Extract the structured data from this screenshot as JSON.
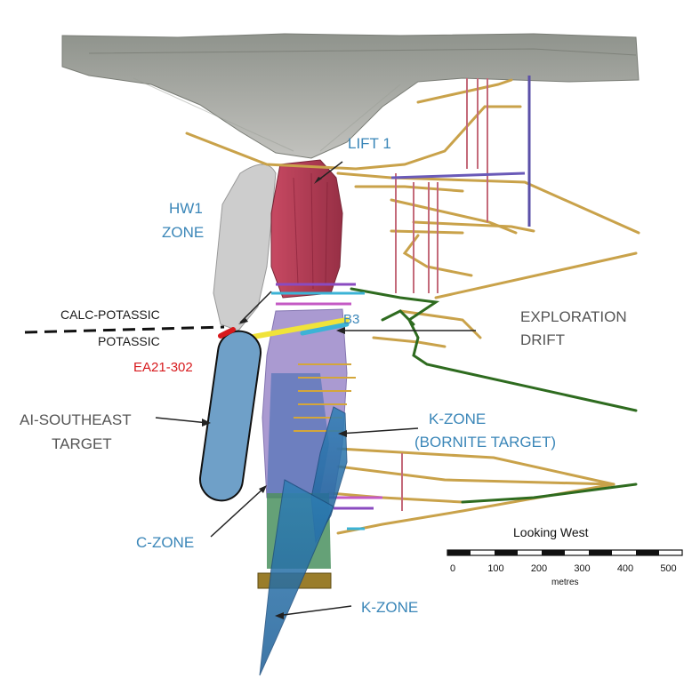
{
  "colors": {
    "label_blue": "#3a86b8",
    "label_dark": "#1a1a1a",
    "label_grey": "#555555",
    "drillhole_red": "#d7191c",
    "workings_gold": "#c9a24a",
    "workings_green": "#2e6b1f",
    "lift_red": "#b5243a",
    "hw1_grey": "#c8c8c8",
    "target_blue": "#6fa0c8"
  },
  "labels": {
    "lift1": "LIFT 1",
    "hw1_line1": "HW1",
    "hw1_line2": "ZONE",
    "calc_potassic": "CALC-POTASSIC",
    "potassic": "POTASSIC",
    "ea21": "EA21-302",
    "b3": "B3",
    "exploration_line1": "EXPLORATION",
    "exploration_line2": "DRIFT",
    "ai_line1": "AI-SOUTHEAST",
    "ai_line2": "TARGET",
    "kzone_line1": "K-ZONE",
    "kzone_line2": "(BORNITE TARGET)",
    "czone": "C-ZONE",
    "kzone_lower": "K-ZONE"
  },
  "scale_bar": {
    "title": "Looking West",
    "ticks": [
      "0",
      "100",
      "200",
      "300",
      "400",
      "500"
    ],
    "unit": "metres"
  }
}
